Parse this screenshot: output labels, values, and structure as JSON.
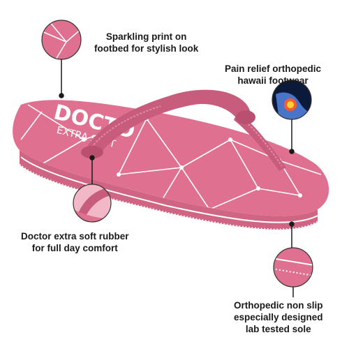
{
  "callouts": {
    "footbed_print": {
      "line1": "Sparkling print on",
      "line2": "footbed  for stylish look"
    },
    "pain_relief": {
      "line1": "Pain relief orthopedic",
      "line2": "hawaii footwear"
    },
    "soft_rubber": {
      "line1": "Doctor extra soft rubber",
      "line2": "for full day comfort"
    },
    "non_slip_sole": {
      "line1": "Orthopedic non slip",
      "line2": "especially designed",
      "line3": "lab tested sole"
    }
  },
  "product_print": {
    "brand": "DOCTO",
    "tagline": "EXTRA SOFT"
  },
  "colors": {
    "sole_pink": "#e0708f",
    "sole_edge": "#c95a7a",
    "strap_pink": "#c85c7d",
    "print_white": "#ffffff",
    "text": "#1a1a1a"
  },
  "icons": [
    "sandal-icon",
    "foot-pain-icon"
  ]
}
